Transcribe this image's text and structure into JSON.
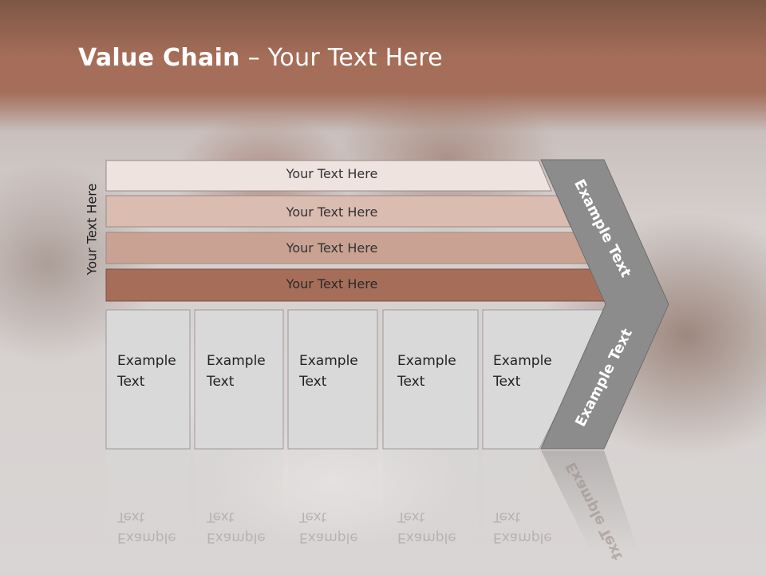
{
  "slide": {
    "title_bold": "Value Chain",
    "title_rest": " – Your Text Here",
    "side_label": "Your Text Here"
  },
  "bars": [
    {
      "label": "Your Text Here",
      "color": "#efe3e0"
    },
    {
      "label": "Your Text Here",
      "color": "#dbbcb1"
    },
    {
      "label": "Your Text Here",
      "color": "#c9a293"
    },
    {
      "label": "Your Text Here",
      "color": "#a66e59"
    }
  ],
  "boxes": [
    {
      "line1": "Example",
      "line2": "Text"
    },
    {
      "line1": "Example",
      "line2": "Text"
    },
    {
      "line1": "Example",
      "line2": "Text"
    },
    {
      "line1": "Example",
      "line2": "Text"
    },
    {
      "line1": "Example",
      "line2": "Text"
    }
  ],
  "chevron": {
    "upper_text": "Example Text",
    "lower_text": "Example Text",
    "color": "#8c8c8c"
  },
  "colors": {
    "header": "#a66e59",
    "box_fill": "#d9d9d9"
  }
}
